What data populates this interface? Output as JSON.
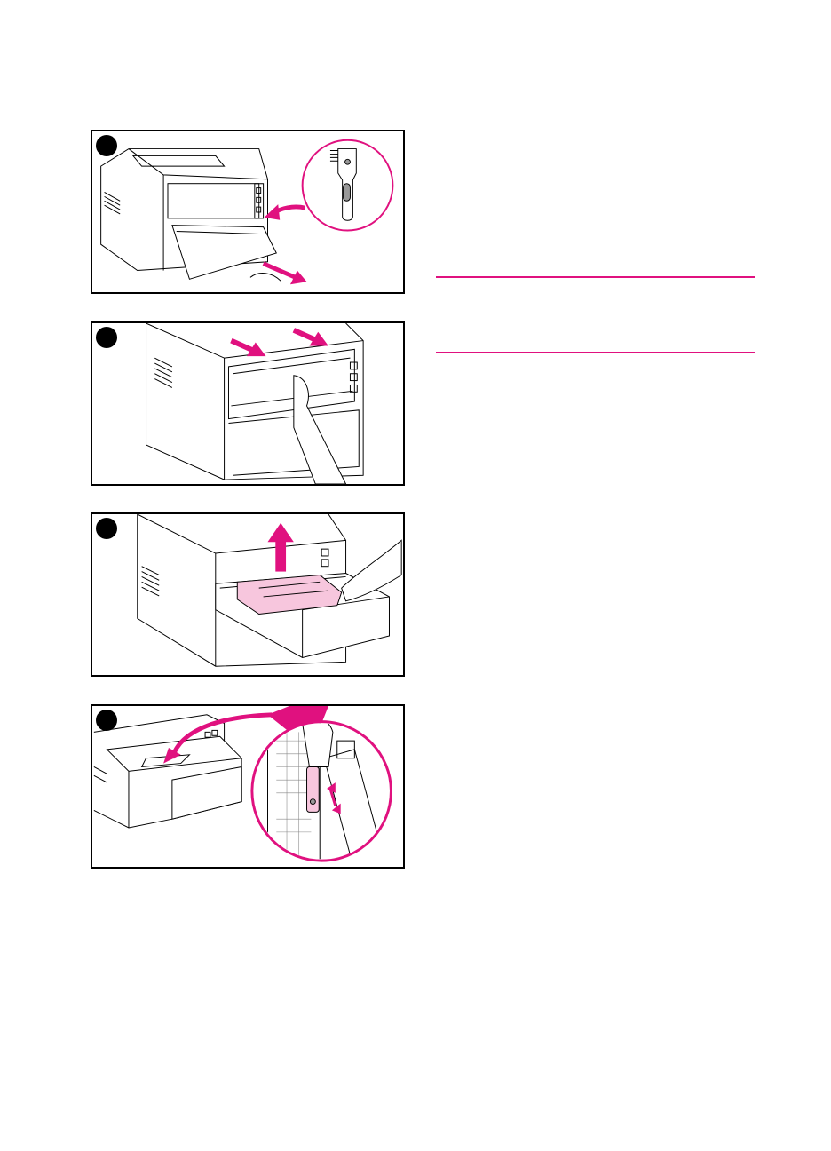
{
  "colors": {
    "accent": "#e0117f",
    "highlight": "#f7c6dd",
    "line": "#000000"
  },
  "panels": [
    {
      "id": "step-1",
      "number": "",
      "icon": "printer-cleaning-tool-icon"
    },
    {
      "id": "step-2",
      "number": "",
      "icon": "printer-close-cover-icon"
    },
    {
      "id": "step-3",
      "number": "",
      "icon": "printer-remove-drum-icon"
    },
    {
      "id": "step-4",
      "number": "",
      "icon": "printer-clean-transfer-icon"
    }
  ],
  "note_rules": {
    "color": "#e0117f"
  }
}
